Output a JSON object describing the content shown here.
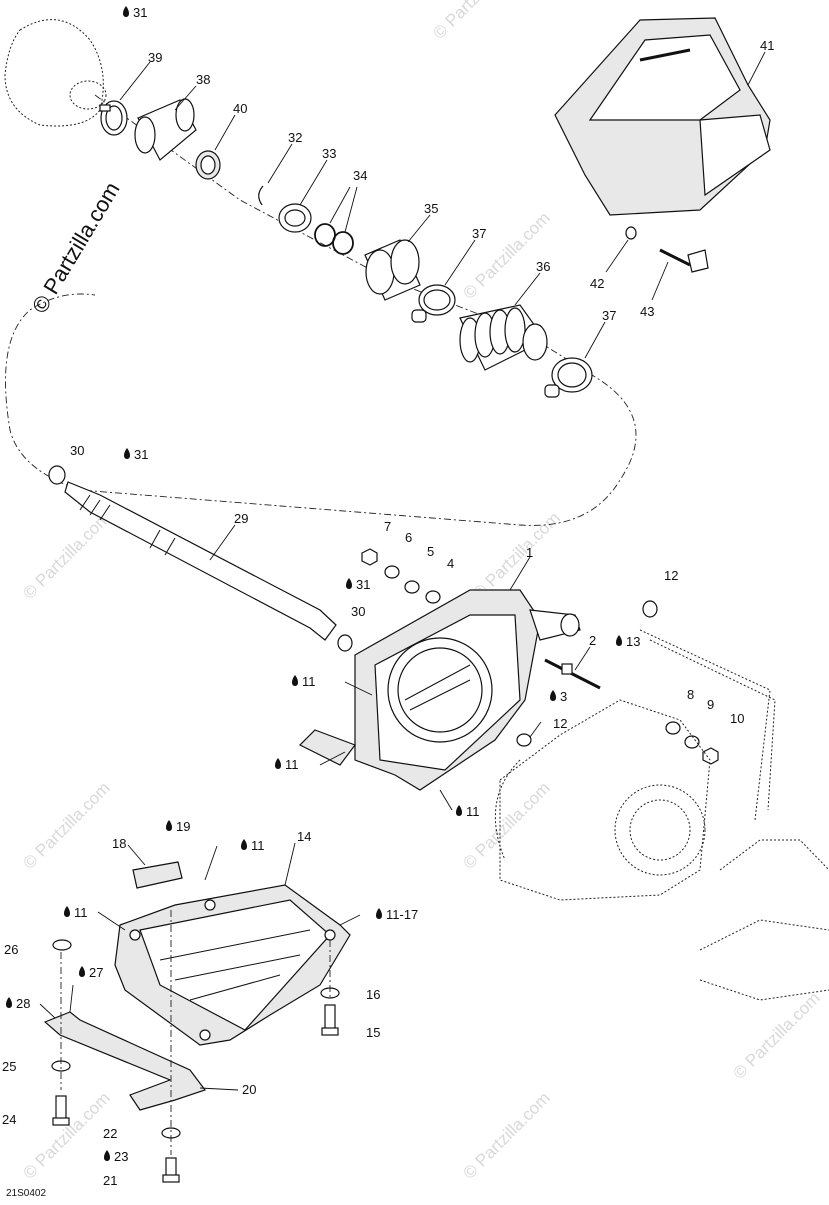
{
  "diagram": {
    "brand": "© Partzilla.com",
    "watermark": "© Partzilla.com",
    "drawing_code": "21S0402",
    "glue_icon": "drop-icon",
    "callouts": [
      {
        "id": "c31a",
        "text": "31",
        "glue": true
      },
      {
        "id": "c39",
        "text": "39",
        "glue": false
      },
      {
        "id": "c38",
        "text": "38",
        "glue": false
      },
      {
        "id": "c40",
        "text": "40",
        "glue": false
      },
      {
        "id": "c32",
        "text": "32",
        "glue": false
      },
      {
        "id": "c33",
        "text": "33",
        "glue": false
      },
      {
        "id": "c34",
        "text": "34",
        "glue": false
      },
      {
        "id": "c35",
        "text": "35",
        "glue": false
      },
      {
        "id": "c37a",
        "text": "37",
        "glue": false
      },
      {
        "id": "c36",
        "text": "36",
        "glue": false
      },
      {
        "id": "c37b",
        "text": "37",
        "glue": false
      },
      {
        "id": "c41",
        "text": "41",
        "glue": false
      },
      {
        "id": "c42",
        "text": "42",
        "glue": false
      },
      {
        "id": "c43",
        "text": "43",
        "glue": false
      },
      {
        "id": "c30a",
        "text": "30",
        "glue": false
      },
      {
        "id": "c31b",
        "text": "31",
        "glue": true
      },
      {
        "id": "c29",
        "text": "29",
        "glue": false
      },
      {
        "id": "c7",
        "text": "7",
        "glue": false
      },
      {
        "id": "c6",
        "text": "6",
        "glue": false
      },
      {
        "id": "c5",
        "text": "5",
        "glue": false
      },
      {
        "id": "c4",
        "text": "4",
        "glue": false
      },
      {
        "id": "c1",
        "text": "1",
        "glue": false
      },
      {
        "id": "c31c",
        "text": "31",
        "glue": true
      },
      {
        "id": "c30b",
        "text": "30",
        "glue": false
      },
      {
        "id": "c12a",
        "text": "12",
        "glue": false
      },
      {
        "id": "c13",
        "text": "13",
        "glue": true
      },
      {
        "id": "c2",
        "text": "2",
        "glue": false
      },
      {
        "id": "c3",
        "text": "3",
        "glue": true
      },
      {
        "id": "c11a",
        "text": "11",
        "glue": true
      },
      {
        "id": "c12b",
        "text": "12",
        "glue": false
      },
      {
        "id": "c8",
        "text": "8",
        "glue": false
      },
      {
        "id": "c9",
        "text": "9",
        "glue": false
      },
      {
        "id": "c10",
        "text": "10",
        "glue": false
      },
      {
        "id": "c11b",
        "text": "11",
        "glue": true
      },
      {
        "id": "c11c",
        "text": "11",
        "glue": true
      },
      {
        "id": "c18",
        "text": "18",
        "glue": false
      },
      {
        "id": "c19",
        "text": "19",
        "glue": true
      },
      {
        "id": "c11d",
        "text": "11",
        "glue": true
      },
      {
        "id": "c14",
        "text": "14",
        "glue": false
      },
      {
        "id": "c11e",
        "text": "11",
        "glue": true
      },
      {
        "id": "c1117",
        "text": "11-17",
        "glue": true
      },
      {
        "id": "c26",
        "text": "26",
        "glue": false
      },
      {
        "id": "c27",
        "text": "27",
        "glue": true
      },
      {
        "id": "c28",
        "text": "28",
        "glue": true
      },
      {
        "id": "c16",
        "text": "16",
        "glue": false
      },
      {
        "id": "c15",
        "text": "15",
        "glue": false
      },
      {
        "id": "c25",
        "text": "25",
        "glue": false
      },
      {
        "id": "c20",
        "text": "20",
        "glue": false
      },
      {
        "id": "c24",
        "text": "24",
        "glue": false
      },
      {
        "id": "c22",
        "text": "22",
        "glue": false
      },
      {
        "id": "c23",
        "text": "23",
        "glue": true
      },
      {
        "id": "c21",
        "text": "21",
        "glue": false
      }
    ]
  }
}
